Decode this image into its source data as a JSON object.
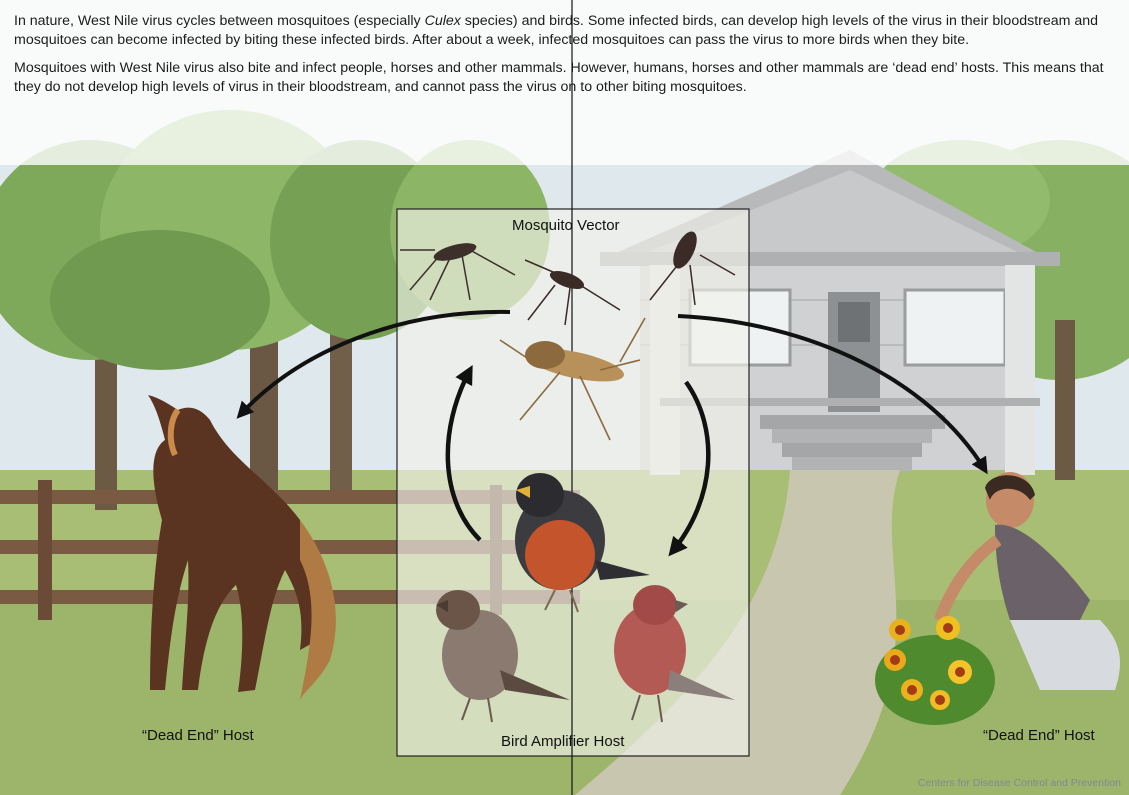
{
  "intro": {
    "p1_a": "In nature, West Nile virus cycles between mosquitoes (especially ",
    "p1_italic": "Culex",
    "p1_b": " species) and birds.  Some infected birds, can develop high levels of the virus in their bloodstream and mosquitoes can become infected by biting these infected birds. After about a week, infected mosquitoes can pass the virus to more birds when they bite.",
    "p2": "Mosquitoes with West Nile virus also bite and infect people, horses and other mammals. However, humans, horses and other mammals are ‘dead end’ hosts.  This means that they do not develop high levels of virus in their bloodstream, and cannot pass the virus on to other biting mosquitoes."
  },
  "labels": {
    "mosquito_vector": "Mosquito Vector",
    "bird_host": "Bird Amplifier Host",
    "horse_host": "“Dead End” Host",
    "human_host": "“Dead End” Host"
  },
  "credit": "Centers for Disease Control and Prevention",
  "colors": {
    "sky": "#dfe8ec",
    "grass": "#a7be74",
    "tree": "#7fa45a",
    "house": "#c9cbcd",
    "arrow": "#111111",
    "panel": "#f2f1ea"
  }
}
